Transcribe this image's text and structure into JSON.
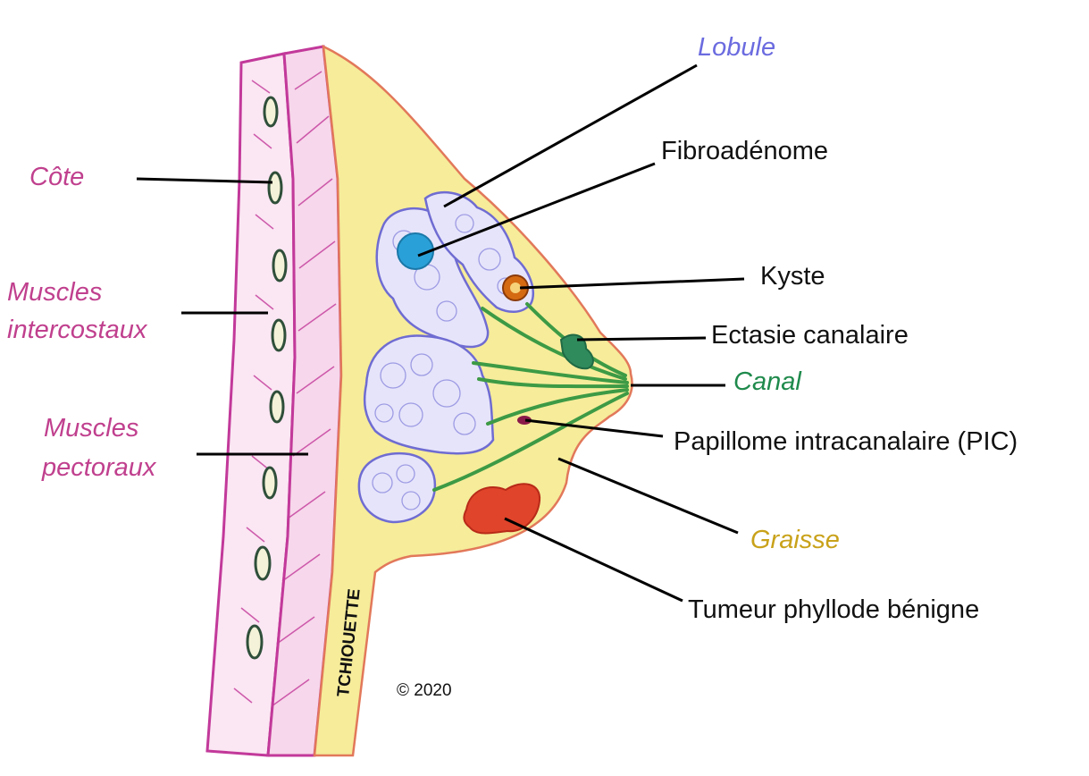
{
  "labels": {
    "lobule": {
      "text": "Lobule",
      "color": "#6b6be0"
    },
    "fibroadenome": {
      "text": "Fibroadénome",
      "color": "#111111"
    },
    "cote": {
      "text": "Côte",
      "color": "#c0408e"
    },
    "kyste": {
      "text": "Kyste",
      "color": "#111111"
    },
    "muscles_intercostaux_1": {
      "text": "Muscles",
      "color": "#c0408e"
    },
    "muscles_intercostaux_2": {
      "text": "intercostaux",
      "color": "#c0408e"
    },
    "ectasie": {
      "text": "Ectasie canalaire",
      "color": "#111111"
    },
    "canal": {
      "text": "Canal",
      "color": "#1f8a4c"
    },
    "muscles_pectoraux_1": {
      "text": "Muscles",
      "color": "#c0408e"
    },
    "muscles_pectoraux_2": {
      "text": "pectoraux",
      "color": "#c0408e"
    },
    "papillome": {
      "text": "Papillome intracanalaire (PIC)",
      "color": "#111111"
    },
    "graisse": {
      "text": "Graisse",
      "color": "#c9a21a"
    },
    "tumeur": {
      "text": "Tumeur phyllode bénigne",
      "color": "#111111"
    }
  },
  "signature": "TCHIOUETTE",
  "copyright": "© 2020",
  "colors": {
    "muscle": "#c2399a",
    "rib": "#2f4f3a",
    "fat": "#f6ec9a",
    "skin": "#e2785a",
    "lobule": "#7a78d6",
    "duct": "#3d9a45",
    "fibroadenoma": "#2aa0d8",
    "cyst": "#d46a12",
    "tumor": "#e0442a",
    "papilloma": "#8a1a4a"
  }
}
